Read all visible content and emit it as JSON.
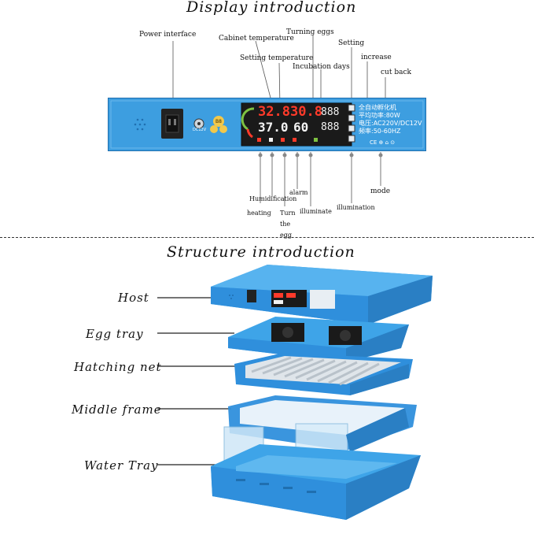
{
  "display": {
    "title": "Display introduction",
    "labels": {
      "power_interface": "Power interface",
      "cabinet_temperature": "Cabinet temperature",
      "turning_eggs": "Turning eggs",
      "setting": "Setting",
      "setting_temperature": "Setting temperature",
      "increase": "increase",
      "incubation_days": "Incubation days",
      "cut_back": "cut back",
      "humidification": "Humidification",
      "alarm": "alarm",
      "heating": "heating",
      "turn_the_egg": "Turn the egg",
      "illuminate": "illuminate",
      "illumination": "illumination",
      "mode": "mode"
    },
    "panel": {
      "lcd_row1_left": "32.8",
      "lcd_row1_mid": "30.8",
      "lcd_row1_right": "888",
      "lcd_row2_left": "37.0",
      "lcd_row2_mid": "60",
      "lcd_row2_right": "888",
      "spec_line1": "全自动孵化机",
      "spec_line2": "平均功率:80W",
      "spec_line3": "电压:AC220V/DC12V",
      "spec_line4": "频率:50-60HZ",
      "dc_label": "DC12V",
      "cert_marks": "CE ⊕ ⌂ ⊙"
    }
  },
  "structure": {
    "title": "Structure introduction",
    "parts": {
      "host": "Host",
      "egg_tray": "Egg tray",
      "hatching_net": "Hatching net",
      "middle_frame": "Middle frame",
      "water_tray": "Water Tray"
    }
  },
  "colors": {
    "panel_blue": "#3d9ee0",
    "panel_dark": "#1f6fb0",
    "lcd_bg": "#1a1a1a",
    "lcd_red": "#ff3a2a",
    "lcd_white": "#f2f2f2",
    "tray_blue": "#2f8fdc",
    "grey_tube": "#cfd6dc"
  }
}
